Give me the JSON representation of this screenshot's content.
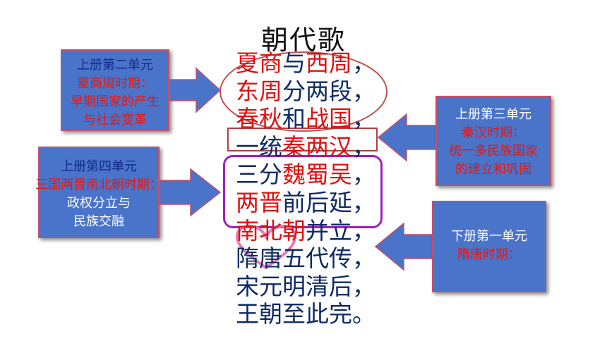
{
  "title": "朝代歌",
  "poem": [
    {
      "parts": [
        {
          "t": "夏商",
          "red": true
        },
        {
          "t": "与",
          "red": false
        },
        {
          "t": "西周",
          "red": true
        },
        {
          "t": "，",
          "red": false
        }
      ]
    },
    {
      "parts": [
        {
          "t": "东周",
          "red": true
        },
        {
          "t": "分两段，",
          "red": false
        }
      ]
    },
    {
      "parts": [
        {
          "t": "春秋",
          "red": true
        },
        {
          "t": "和",
          "red": false
        },
        {
          "t": "战国",
          "red": true
        },
        {
          "t": "，",
          "red": false
        }
      ]
    },
    {
      "parts": [
        {
          "t": "一统",
          "red": false
        },
        {
          "t": "秦两汉",
          "red": true
        },
        {
          "t": "，",
          "red": false
        }
      ]
    },
    {
      "parts": [
        {
          "t": "三分",
          "red": false
        },
        {
          "t": "魏蜀吴",
          "red": true
        },
        {
          "t": "，",
          "red": false
        }
      ]
    },
    {
      "parts": [
        {
          "t": "两晋",
          "red": true
        },
        {
          "t": "前后延，",
          "red": false
        }
      ]
    },
    {
      "parts": [
        {
          "t": "南北朝",
          "red": true
        },
        {
          "t": "并立，",
          "red": false
        }
      ]
    },
    {
      "parts": [
        {
          "t": "隋唐五代传，",
          "red": false
        }
      ]
    },
    {
      "parts": [
        {
          "t": "宋元明清后，",
          "red": false
        }
      ]
    },
    {
      "parts": [
        {
          "t": "王朝至此完。",
          "red": false
        }
      ]
    }
  ],
  "boxes": {
    "unit2": {
      "heading": "上册第二单元",
      "lines": [
        "夏商周时期：",
        "早期国家的产生",
        "与社会变革"
      ]
    },
    "unit3": {
      "heading": "上册第三单元",
      "lines": [
        "秦汉时期：",
        "统一多民族国家",
        "的建立和巩固"
      ]
    },
    "unit4": {
      "heading": "上册第四单元",
      "lines": [
        "三国两晋南北朝时期：",
        "政权分立与",
        "民族交融"
      ]
    },
    "unit1b": {
      "heading": "下册第一单元",
      "lines": [
        "隋唐时期："
      ]
    }
  },
  "colors": {
    "box_fill": "#4a74c9",
    "red_text": "#e01010",
    "poem_text": "#0d2b66",
    "purple": "#a020c0",
    "pink": "#e879b8",
    "ellipse": "#c05050"
  }
}
